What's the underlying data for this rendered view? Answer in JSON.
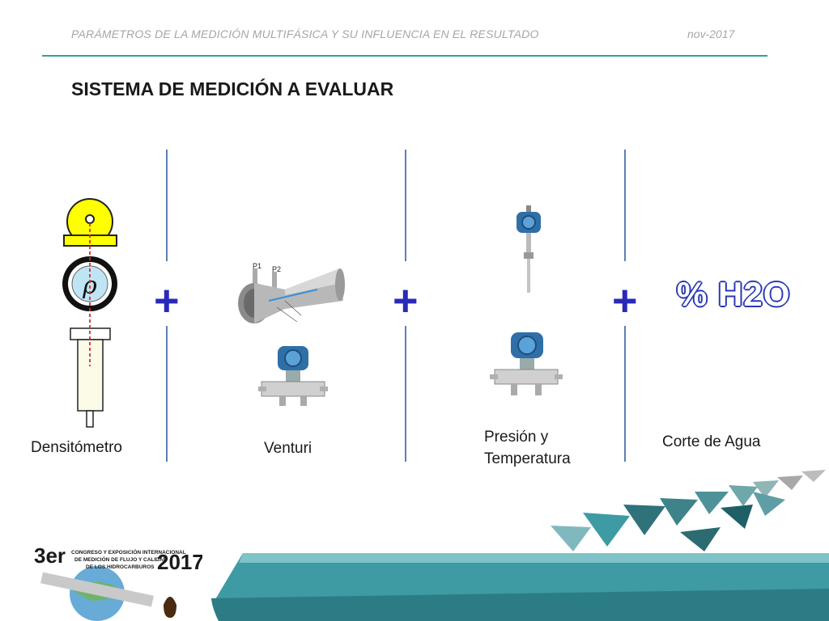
{
  "header": {
    "title": "PARÁMETROS DE LA MEDICIÓN MULTIFÁSICA Y SU INFLUENCIA EN EL RESULTADO",
    "date": "nov-2017"
  },
  "slide": {
    "title": "SISTEMA DE MEDICIÓN A EVALUAR",
    "plus_symbol": "+",
    "labels": {
      "densitometro": "Densitómetro",
      "venturi": "Venturi",
      "presion_line1": "Presión y",
      "presion_line2": "Temperatura",
      "corte": "Corte de Agua"
    },
    "water_cut": "% H2O",
    "densitometer_symbol": "ρ",
    "venturi_tags": {
      "p1": "P1",
      "p2": "P2"
    }
  },
  "footer": {
    "logo_number": "3er",
    "logo_year": "2017",
    "logo_line1": "CONGRESO Y EXPOSICIÓN INTERNACIONAL",
    "logo_line2": "DE MEDICIÓN DE FLUJO Y CALIDAD",
    "logo_line3": "DE LOS HIDROCARBUROS",
    "colors": {
      "teal": "#3e9aa3",
      "dark_teal": "#1f5f68"
    }
  }
}
